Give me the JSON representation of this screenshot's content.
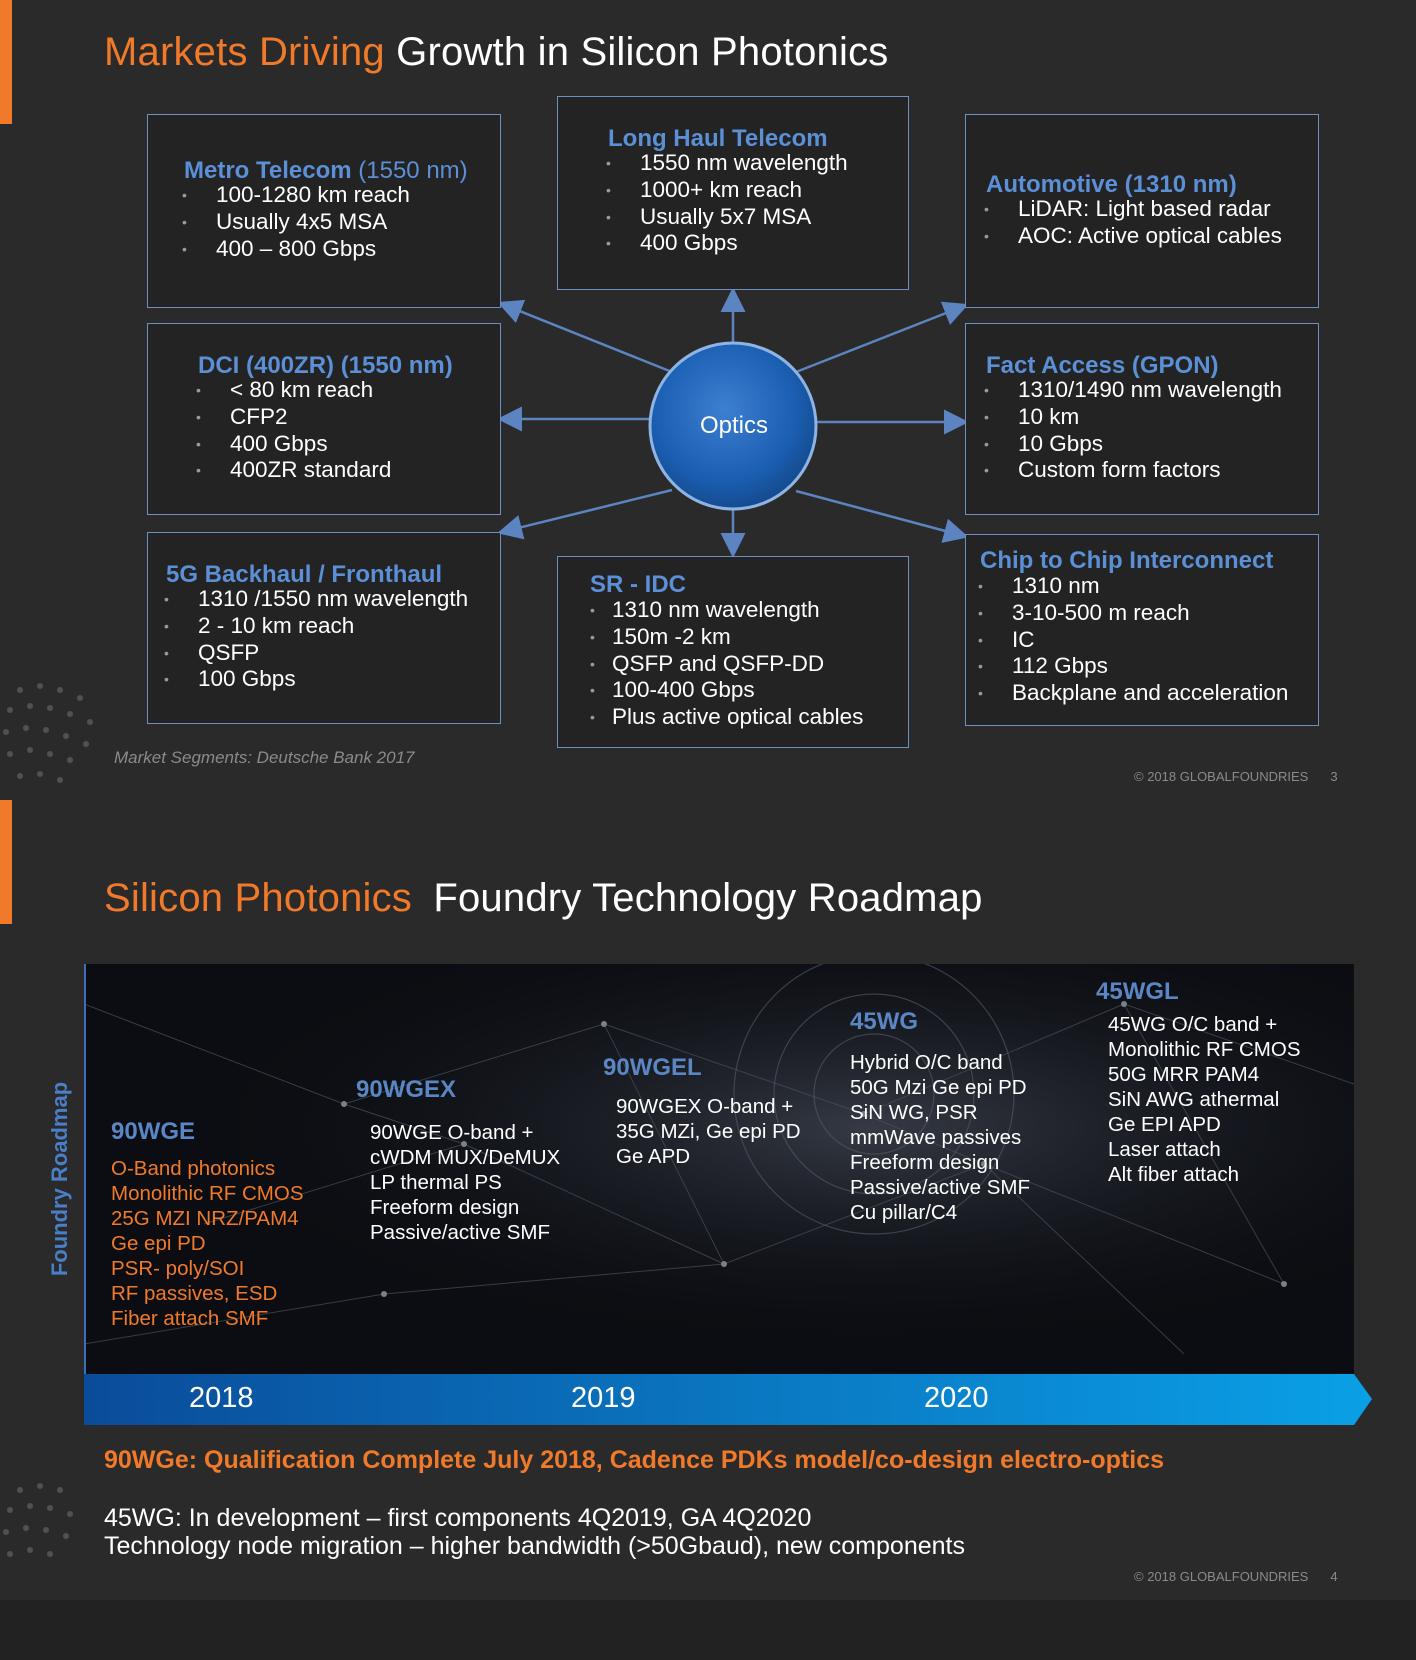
{
  "slide1": {
    "title_orange": "Markets Driving",
    "title_white": "Growth in Silicon Photonics",
    "center": "Optics",
    "boxes": [
      {
        "title": "Metro Telecom",
        "title_suffix": " (1550 nm)",
        "items": [
          "100-1280 km reach",
          "Usually 4x5 MSA",
          "400 – 800 Gbps"
        ]
      },
      {
        "title": "Long Haul Telecom",
        "title_suffix": "",
        "items": [
          "1550 nm wavelength",
          "1000+ km reach",
          "Usually 5x7 MSA",
          "400 Gbps"
        ]
      },
      {
        "title": "Automotive (1310 nm)",
        "title_suffix": "",
        "items": [
          "LiDAR: Light based radar",
          "AOC: Active optical cables"
        ]
      },
      {
        "title": "DCI (400ZR) (1550 nm)",
        "title_suffix": "",
        "items": [
          "< 80 km reach",
          "CFP2",
          "400 Gbps",
          "400ZR standard"
        ]
      },
      {
        "title": "Fact Access  (GPON)",
        "title_suffix": "",
        "items": [
          "1310/1490 nm wavelength",
          "10 km",
          "10 Gbps",
          "Custom form factors"
        ]
      },
      {
        "title": "5G Backhaul / Fronthaul",
        "title_suffix": "",
        "items": [
          "1310 /1550 nm wavelength",
          "2 - 10 km reach",
          "QSFP",
          "100  Gbps"
        ]
      },
      {
        "title": "SR - IDC",
        "title_suffix": "",
        "items": [
          "1310 nm wavelength",
          "150m -2 km",
          "QSFP and QSFP-DD",
          "100-400  Gbps",
          "Plus active optical cables"
        ]
      },
      {
        "title": "Chip to Chip Interconnect",
        "title_suffix": "",
        "items": [
          "1310 nm",
          "3-10-500 m reach",
          "IC",
          "112 Gbps",
          "Backplane and acceleration"
        ]
      }
    ],
    "source_note": "Market Segments: Deutsche Bank 2017",
    "copyright": "© 2018 GLOBALFOUNDRIES",
    "page_number": "3"
  },
  "slide2": {
    "title_orange": "Silicon Photonics",
    "title_white": "Foundry Technology Roadmap",
    "vertical_label": "Foundry Roadmap",
    "nodes": [
      {
        "name": "90WGE",
        "items": [
          "O-Band photonics",
          "Monolithic RF CMOS",
          "25G MZI  NRZ/PAM4",
          "Ge epi PD",
          "PSR- poly/SOI",
          "RF passives, ESD",
          "Fiber attach SMF"
        ]
      },
      {
        "name": "90WGEX",
        "items": [
          "90WGE O-band +",
          "cWDM MUX/DeMUX",
          "LP thermal PS",
          "Freeform design",
          "Passive/active SMF"
        ]
      },
      {
        "name": "90WGEL",
        "items": [
          "90WGEX O-band +",
          "35G MZi, Ge epi PD",
          "Ge APD"
        ]
      },
      {
        "name": "45WG",
        "items": [
          "Hybrid O/C band",
          "50G Mzi  Ge epi PD",
          "SiN WG, PSR",
          "mmWave passives",
          "Freeform design",
          "Passive/active SMF",
          "Cu pillar/C4"
        ]
      },
      {
        "name": "45WGL",
        "items": [
          "45WG O/C band +",
          "Monolithic RF CMOS",
          "50G MRR PAM4",
          "SiN AWG athermal",
          "Ge EPI APD",
          "Laser attach",
          "Alt fiber attach"
        ]
      }
    ],
    "years": [
      "2018",
      "2019",
      "2020"
    ],
    "note_orange": "90WGe:  Qualification Complete July 2018, Cadence PDKs model/co-design electro-optics",
    "note_line1": "45WG:  In development – first components 4Q2019, GA 4Q2020",
    "note_line2": "Technology node migration – higher bandwidth (>50Gbaud),  new components",
    "copyright": "© 2018 GLOBALFOUNDRIES",
    "page_number": "4"
  },
  "colors": {
    "accent_orange": "#f07a2a",
    "title_blue": "#5b8fd6",
    "box_border": "#6d8fc4",
    "background": "#2a2a2b",
    "timeline_start": "#0a4c9a",
    "timeline_end": "#0aa0e6"
  }
}
